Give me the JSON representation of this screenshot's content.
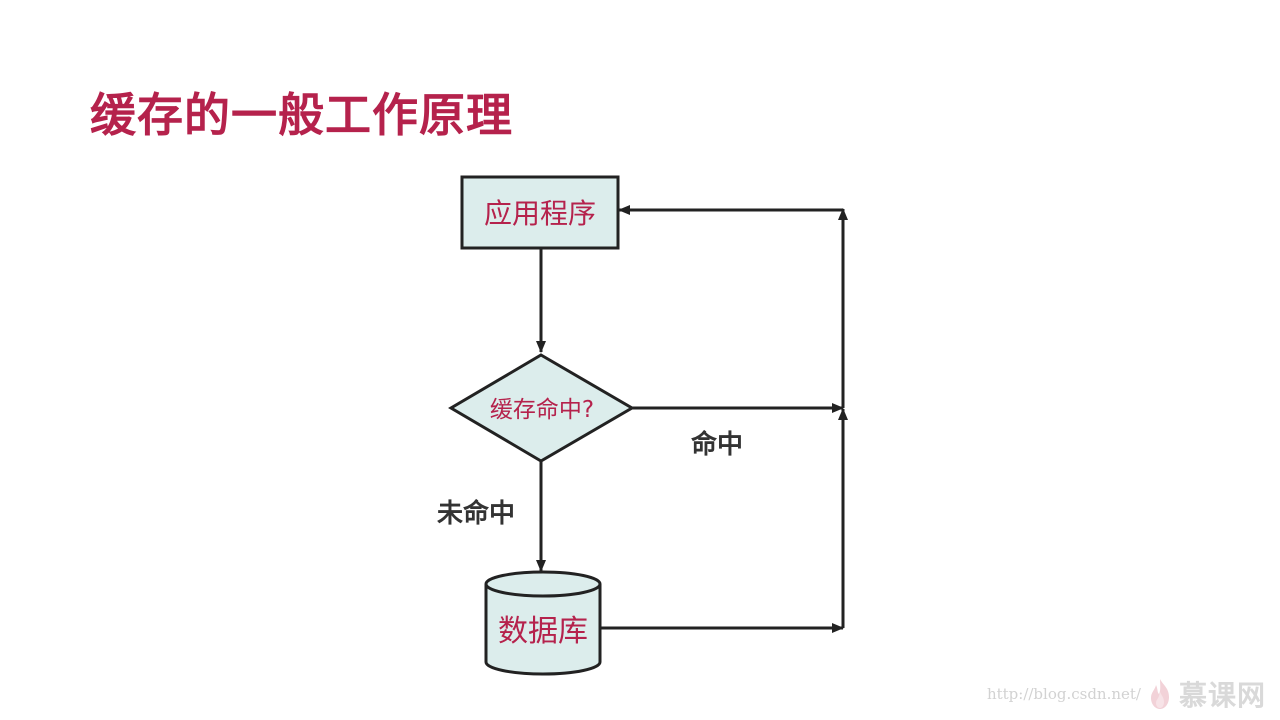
{
  "title": "缓存的一般工作原理",
  "diagram": {
    "nodes": {
      "application": {
        "label": "应用程序",
        "shape": "rectangle"
      },
      "cache_check": {
        "label": "缓存命中?",
        "shape": "diamond"
      },
      "database": {
        "label": "数据库",
        "shape": "cylinder"
      }
    },
    "edges": {
      "hit": {
        "from": "cache_check",
        "to": "application",
        "label": "命中"
      },
      "miss": {
        "from": "cache_check",
        "to": "database",
        "label": "未命中"
      },
      "db_return": {
        "from": "database",
        "to": "application",
        "label": ""
      },
      "app_to_check": {
        "from": "application",
        "to": "cache_check",
        "label": ""
      }
    },
    "colors": {
      "node_fill": "#dcedec",
      "stroke": "#222222",
      "node_text": "#b5224c",
      "edge_text": "#333333"
    }
  },
  "watermark": {
    "url": "http://blog.csdn.net/",
    "brand": "慕课网",
    "icon": "flame-icon"
  }
}
